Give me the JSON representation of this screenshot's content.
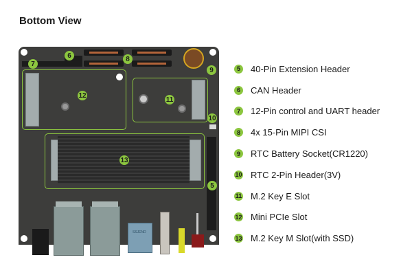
{
  "title": "Bottom View",
  "colors": {
    "accent": "#8cc63f",
    "board": "#3d3d3b",
    "text": "#1a1a1a"
  },
  "board_callouts": [
    {
      "id": "5"
    },
    {
      "id": "6"
    },
    {
      "id": "7"
    },
    {
      "id": "8"
    },
    {
      "id": "9"
    },
    {
      "id": "10"
    },
    {
      "id": "11"
    },
    {
      "id": "12"
    },
    {
      "id": "13"
    }
  ],
  "legend": [
    {
      "num": "5",
      "label": "40-Pin Extension Header"
    },
    {
      "num": "6",
      "label": "CAN Header"
    },
    {
      "num": "7",
      "label": "12-Pin control and UART header"
    },
    {
      "num": "8",
      "label": "4x 15-Pin MIPI CSI"
    },
    {
      "num": "9",
      "label": "RTC Battery Socket(CR1220)"
    },
    {
      "num": "10",
      "label": "RTC 2-Pin Header(3V)"
    },
    {
      "num": "11",
      "label": "M.2 Key E Slot"
    },
    {
      "num": "12",
      "label": "Mini PCIe Slot"
    },
    {
      "num": "13",
      "label": "M.2 Key M Slot(with SSD)"
    }
  ],
  "usb_label": "SSJEND"
}
